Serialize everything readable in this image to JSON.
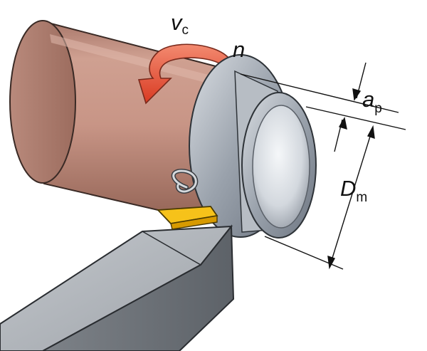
{
  "labels": {
    "cutting_speed": {
      "main": "v",
      "sub": "c"
    },
    "spindle_speed": {
      "main": "n"
    },
    "depth_of_cut": {
      "main": "a",
      "sub": "p"
    },
    "machined_diameter": {
      "main": "D",
      "sub": "m"
    }
  },
  "colors": {
    "workpiece": "#c99788",
    "workpiece_dark": "#9b6a5c",
    "machined_face": "#aab0b8",
    "arrow": "#e8533a",
    "insert": "#f2b800",
    "tool_holder": "#9a9ea4"
  },
  "icons": {
    "rotation_arrow": "curved-arrow",
    "chip": "curled-chip"
  }
}
